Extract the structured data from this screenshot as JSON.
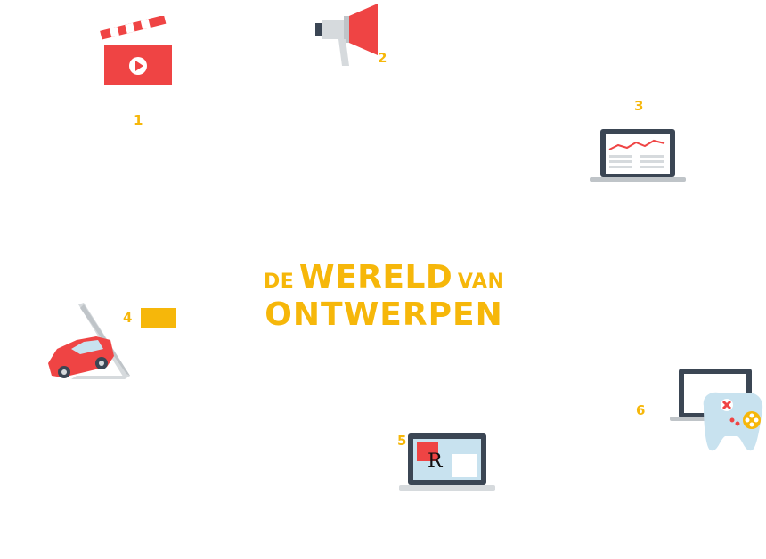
{
  "title": {
    "prefix": "DE",
    "highlight": "WERELD",
    "suffix": "VAN",
    "line2": "ONTWERPEN"
  },
  "items": [
    {
      "number": "1",
      "icon": "clapperboard-icon"
    },
    {
      "number": "2",
      "icon": "megaphone-icon"
    },
    {
      "number": "3",
      "icon": "laptop-chart-icon"
    },
    {
      "number": "4",
      "icon": "laptop-car-icon"
    },
    {
      "number": "5",
      "icon": "laptop-logo-icon",
      "logo_letter": "R"
    },
    {
      "number": "6",
      "icon": "laptop-gamepad-icon"
    }
  ],
  "colors": {
    "accent": "#f6b70a",
    "red": "#ef4444",
    "dark": "#3b4654",
    "grey": "#d6dadd",
    "lightblue": "#c8e2ef"
  }
}
